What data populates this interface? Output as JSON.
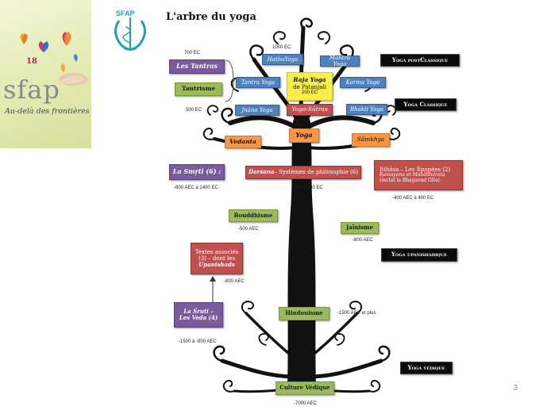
{
  "brand": {
    "name": "sfap",
    "tagline": "Au-delà des frontières",
    "badge": "18"
  },
  "logo_small": {
    "name": "SFAP"
  },
  "title": "L'arbre du yoga",
  "page_number": "3",
  "colors": {
    "purple": "#7a5c9c",
    "green": "#9bbb5a",
    "blue": "#4f81bd",
    "orange": "#f79646",
    "red": "#c0504d",
    "yellow": "#f6ee4a",
    "black": "#0b0b0b"
  },
  "nodes": {
    "les_tantras": "Les Tantras",
    "tantrisme": "Tantrisme",
    "hatha_yoga": "HathaYoga",
    "mantra_yoga": "Mantra Yoga",
    "tantra_yoga": "Tantra Yoga",
    "raja_yoga_line1": "Raja Yoga",
    "raja_yoga_line2": "de Patanjali",
    "raja_yoga_date": "200 EC",
    "karma_yoga": "Karma Yoga",
    "jnana_yoga": "Jnāna Yoga",
    "yoga_sutras": "Yoga-Sūtras",
    "bhakti_yoga": "Bhakti Yoga",
    "vedanta": "Vedanta",
    "yoga": "Yoga",
    "samkhya": "Sāmkhya",
    "la_smrti": "La Smṛti (6) :",
    "darsana_label": "Darśana",
    "darsana_rest": " – Systèmes de philosophie (6)",
    "itihasa_line1": "Itihāsa – Les Épopées (2)",
    "itihasa_line2": "Ramayana et Mahâbhârata",
    "itihasa_line3": "(inclut la Bhagavad Gîta)",
    "bouddhisme": "Bouddhisme",
    "jainisme": "Jaïnisme",
    "textes_line1": "Textes associés",
    "textes_line2": "(3) – dont les",
    "textes_line3": "Upanishads",
    "sruti_line1": "La Śruti –",
    "sruti_line2": "Les Veda (4)",
    "hindouisme": "Hindouisme",
    "culture_vedique": "Culture Védique"
  },
  "periods": {
    "postclassique": "Yoga postClassique",
    "classique": "Yoga Classique",
    "upanishadique": "Yoga upanishadique",
    "vedique": "Yoga védique"
  },
  "dates": {
    "ec_700": "700 EC",
    "ec_1000": "1000 EC",
    "ec_500": "500 EC",
    "smrti_range": "-800 AEC à 1400 EC",
    "darsana_range": "100 à 400 EC",
    "itihasa_range": "-400 AEC à 400 EC",
    "bouddhisme_date": "-500 AEC",
    "jainisme_date": "-600 AEC",
    "textes_date": "-800 AEC",
    "hindouisme_date": "-1500 AEC  et plus",
    "sruti_range": "-1500 à -800 AEC",
    "vedique_date": "-7000 AEC"
  }
}
